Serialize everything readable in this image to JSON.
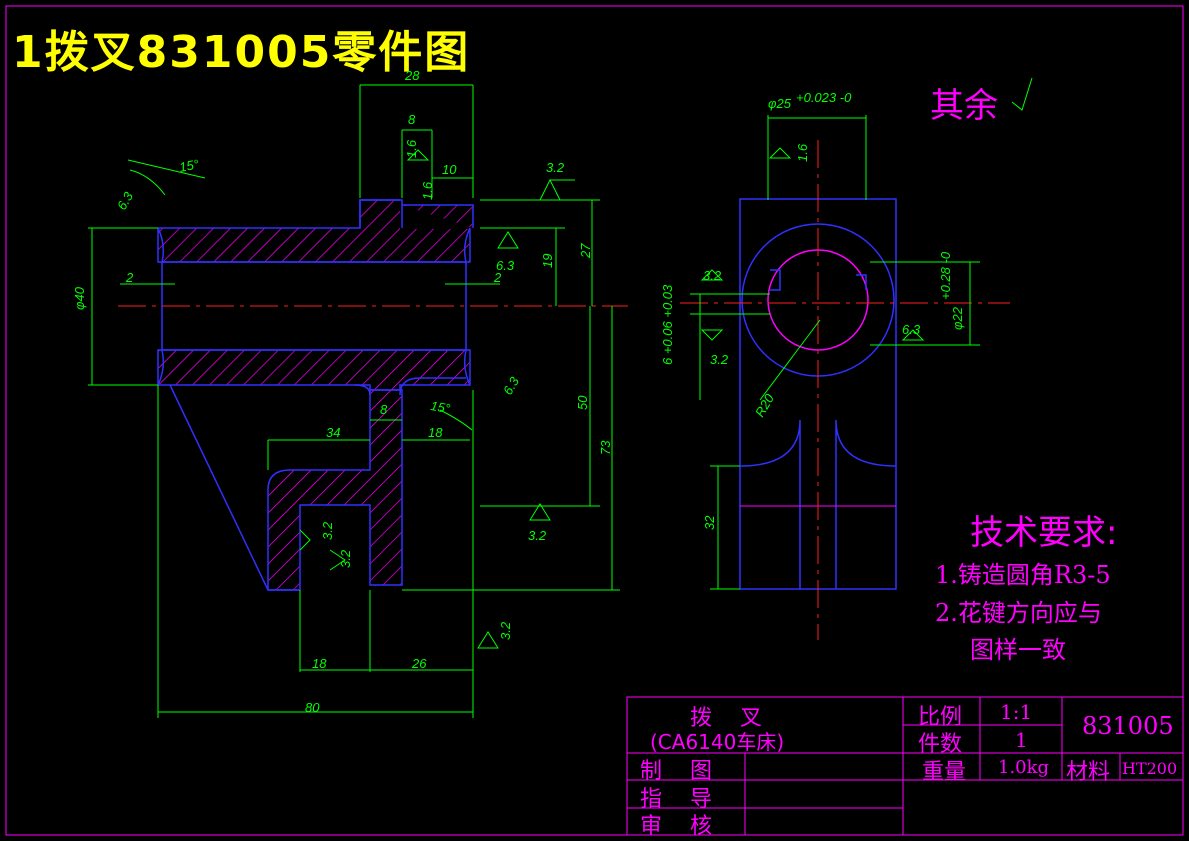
{
  "title": "1拨叉831005零件图",
  "surface_note": "其余",
  "tech": {
    "heading": "技术要求:",
    "items": [
      "1.铸造圆角R3-5",
      "2.花键方向应与",
      "图样一致"
    ]
  },
  "title_block": {
    "part_name": "拨    叉",
    "machine": "(CA6140车床)",
    "scale_label": "比例",
    "scale_value": "1:1",
    "qty_label": "件数",
    "qty_value": "1",
    "drawing_no": "831005",
    "drawn_label": "制    图",
    "guide_label": "指    导",
    "review_label": "审    核",
    "weight_label": "重量",
    "weight_value": "1.0kg",
    "material_label": "材料",
    "material_value": "HT200"
  },
  "dims": {
    "d28": "28",
    "d8": "8",
    "d10": "10",
    "d2a": "2",
    "d2b": "2",
    "d19": "19",
    "d27": "27",
    "d50": "50",
    "d73": "73",
    "d34": "34",
    "d8b": "8",
    "d18": "18",
    "d18tol": "18",
    "d26": "26",
    "d80": "80",
    "phi40": "φ40",
    "phi25": "φ25",
    "phi22": "φ22",
    "r20": "R20",
    "d32": "32",
    "tol_phi25": "+0.023 -0",
    "tol_phi22": "+0.28 -0",
    "tol_6": "6 +0.06 +0.03",
    "ang15a": "15°",
    "ang15b": "15°"
  },
  "roughness": {
    "r32": "3.2",
    "r63": "6.3",
    "r16": "1.6"
  }
}
